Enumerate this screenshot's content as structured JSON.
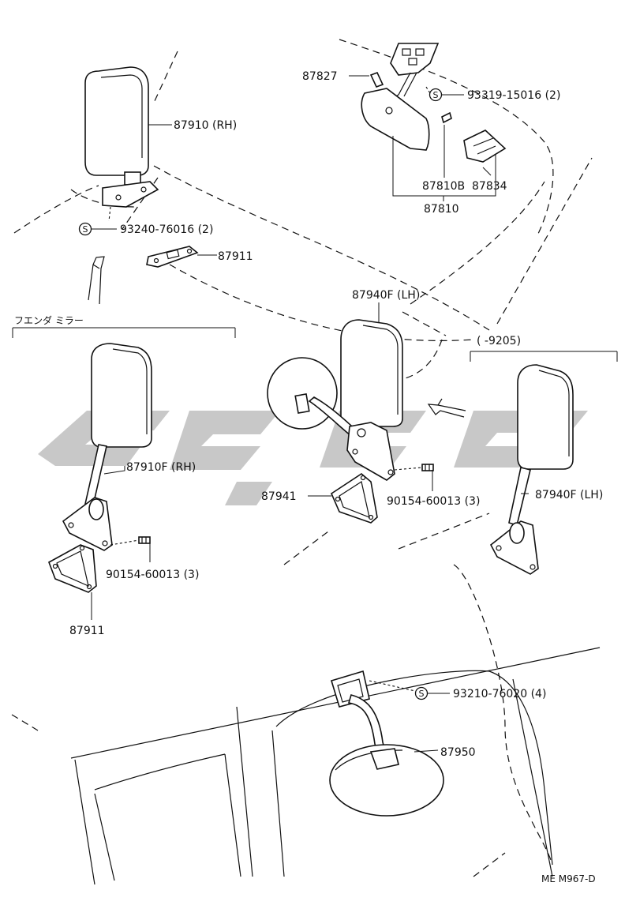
{
  "labels": {
    "p87827": "87827",
    "p93319": "93319-15016 (2)",
    "p87910rh": "87910 (RH)",
    "p87810b": "87810B",
    "p87834": "87834",
    "p87810": "87810",
    "p93240": "93240-76016 (2)",
    "p87911top": "87911",
    "p87940f_lh_center": "87940F (LH)",
    "section_fender": "フエンダ ミラー",
    "section_9205": "(      -9205)",
    "p87910f_rh": "87910F (RH)",
    "p87941": "87941",
    "p90154_center": "90154-60013 (3)",
    "p87940f_lh_right": "87940F (LH)",
    "p90154_left": "90154-60013 (3)",
    "p87911bottom": "87911",
    "p93210": "93210-76020 (4)",
    "p87950": "87950",
    "drawing_code": "ME M967-D"
  },
  "symbols": {
    "s_mark": "S"
  }
}
